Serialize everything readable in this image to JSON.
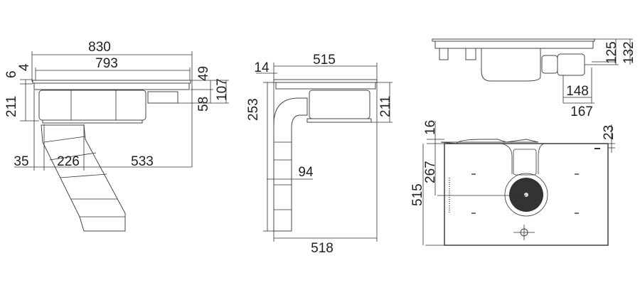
{
  "side_view_left": {
    "overall_width": "830",
    "glass_width": "793",
    "dim_6": "6",
    "dim_4": "4",
    "dim_211": "211",
    "dim_49": "49",
    "dim_107": "107",
    "dim_58": "58",
    "dim_35": "35",
    "dim_226": "226",
    "dim_533": "533"
  },
  "side_view_middle": {
    "depth": "515",
    "dim_14": "14",
    "dim_253": "253",
    "dim_211": "211",
    "dim_94": "94",
    "dim_518": "518"
  },
  "side_view_right": {
    "dim_125": "125",
    "dim_132": "132",
    "dim_148": "148",
    "dim_167": "167"
  },
  "plan_view": {
    "dim_16": "16",
    "dim_267": "267",
    "dim_515": "515",
    "dim_23": "23"
  }
}
